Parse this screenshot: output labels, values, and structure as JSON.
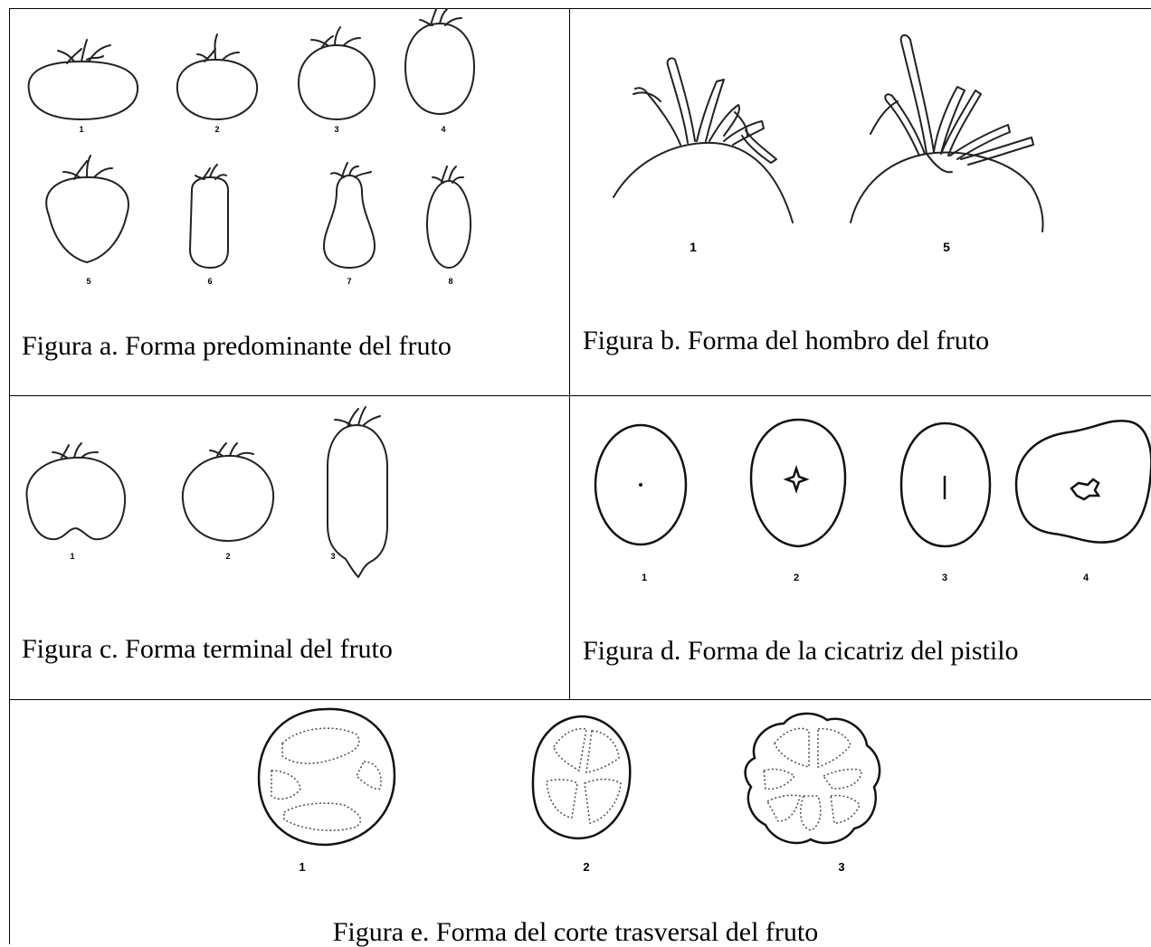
{
  "panels": {
    "a": {
      "caption": "Figura a. Forma predominante del fruto",
      "labels": [
        "1",
        "2",
        "3",
        "4",
        "5",
        "6",
        "7",
        "8"
      ]
    },
    "b": {
      "caption": "Figura b. Forma del hombro del fruto",
      "labels": [
        "1",
        "5"
      ]
    },
    "c": {
      "caption": "Figura c. Forma terminal del fruto",
      "labels": [
        "1",
        "2",
        "3"
      ]
    },
    "d": {
      "caption": "Figura d. Forma de la cicatriz del pistilo",
      "labels": [
        "1",
        "2",
        "3",
        "4"
      ]
    },
    "e": {
      "caption": "Figura e. Forma del corte trasversal del fruto",
      "labels": [
        "1",
        "2",
        "3"
      ]
    }
  }
}
